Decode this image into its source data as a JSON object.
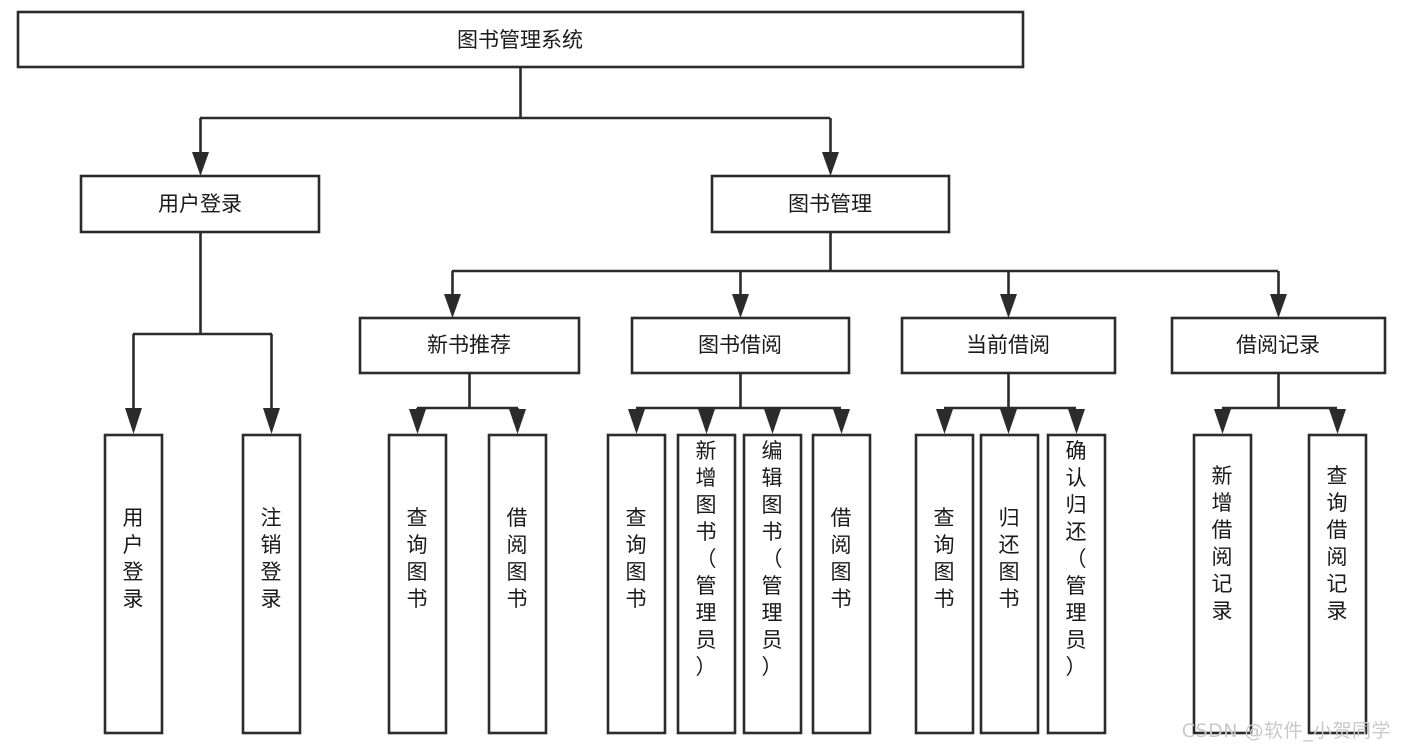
{
  "diagram": {
    "title": "图书管理系统",
    "type": "tree",
    "orientation": "top-down",
    "colors": {
      "box_fill": "#ffffff",
      "box_stroke": "#2b2b2b",
      "text": "#1a1a1a",
      "background": "#ffffff",
      "watermark": "#c9c9c9"
    },
    "root": {
      "id": "root",
      "label": "图书管理系统",
      "orientation": "horizontal"
    },
    "level2": [
      {
        "id": "user-login",
        "label": "用户登录",
        "orientation": "horizontal"
      },
      {
        "id": "book-manage",
        "label": "图书管理",
        "orientation": "horizontal"
      }
    ],
    "level3": [
      {
        "id": "new-book-recommend",
        "label": "新书推荐",
        "orientation": "horizontal",
        "parent": "book-manage"
      },
      {
        "id": "book-borrow",
        "label": "图书借阅",
        "orientation": "horizontal",
        "parent": "book-manage"
      },
      {
        "id": "current-borrow",
        "label": "当前借阅",
        "orientation": "horizontal",
        "parent": "book-manage"
      },
      {
        "id": "borrow-record",
        "label": "借阅记录",
        "orientation": "horizontal",
        "parent": "book-manage"
      }
    ],
    "leaves": {
      "user-login": [
        {
          "id": "leaf-user-login",
          "label": "用户登录",
          "orientation": "vertical"
        },
        {
          "id": "leaf-logout",
          "label": "注销登录",
          "orientation": "vertical"
        }
      ],
      "new-book-recommend": [
        {
          "id": "leaf-query-book-1",
          "label": "查询图书",
          "orientation": "vertical"
        },
        {
          "id": "leaf-borrow-book-1",
          "label": "借阅图书",
          "orientation": "vertical"
        }
      ],
      "book-borrow": [
        {
          "id": "leaf-query-book-2",
          "label": "查询图书",
          "orientation": "vertical"
        },
        {
          "id": "leaf-add-book",
          "label": "新增图书（管理员）",
          "orientation": "vertical"
        },
        {
          "id": "leaf-edit-book",
          "label": "编辑图书（管理员）",
          "orientation": "vertical"
        },
        {
          "id": "leaf-borrow-book-2",
          "label": "借阅图书",
          "orientation": "vertical"
        }
      ],
      "current-borrow": [
        {
          "id": "leaf-query-book-3",
          "label": "查询图书",
          "orientation": "vertical"
        },
        {
          "id": "leaf-return-book",
          "label": "归还图书",
          "orientation": "vertical"
        },
        {
          "id": "leaf-confirm-return",
          "label": "确认归还（管理员）",
          "orientation": "vertical"
        }
      ],
      "borrow-record": [
        {
          "id": "leaf-add-record",
          "label": "新增借阅记录",
          "orientation": "vertical"
        },
        {
          "id": "leaf-query-record",
          "label": "查询借阅记录",
          "orientation": "vertical"
        }
      ]
    }
  },
  "watermark": {
    "text": "CSDN @软件_小贺同学"
  }
}
